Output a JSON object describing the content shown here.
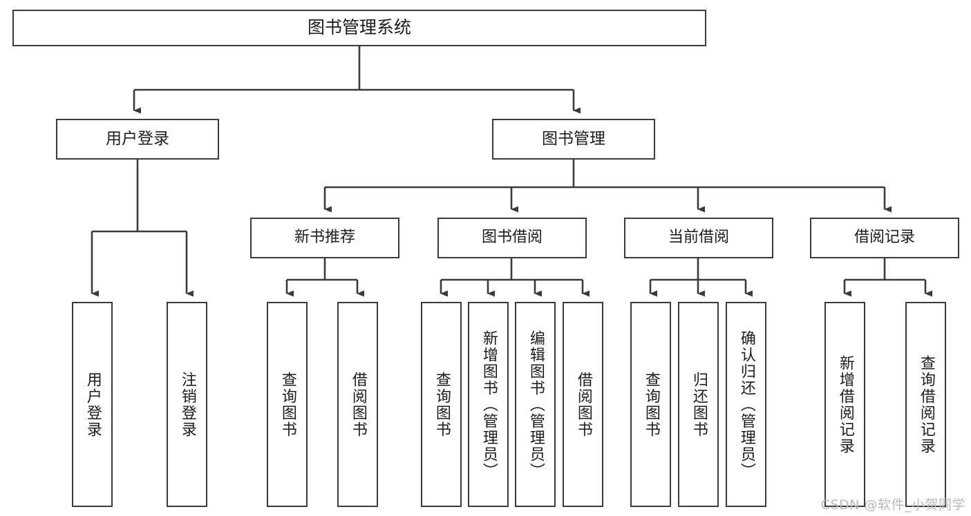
{
  "diagram": {
    "title": "图书管理系统",
    "type": "tree",
    "root": {
      "id": "root",
      "label": "图书管理系统"
    },
    "level2": [
      {
        "id": "user-login",
        "label": "用户登录"
      },
      {
        "id": "book-manage",
        "label": "图书管理"
      }
    ],
    "level3": [
      {
        "id": "new-book-recommend",
        "label": "新书推荐",
        "parent": "book-manage"
      },
      {
        "id": "book-borrow",
        "label": "图书借阅",
        "parent": "book-manage"
      },
      {
        "id": "current-borrow",
        "label": "当前借阅",
        "parent": "book-manage"
      },
      {
        "id": "borrow-record",
        "label": "借阅记录",
        "parent": "book-manage"
      }
    ],
    "leaves": [
      {
        "id": "leaf-user-login",
        "label": "用户登录",
        "parent": "user-login"
      },
      {
        "id": "leaf-user-logout",
        "label": "注销登录",
        "parent": "user-login"
      },
      {
        "id": "leaf-recommend-query",
        "label": "查询图书",
        "parent": "new-book-recommend"
      },
      {
        "id": "leaf-recommend-borrow",
        "label": "借阅图书",
        "parent": "new-book-recommend"
      },
      {
        "id": "leaf-borrow-query",
        "label": "查询图书",
        "parent": "book-borrow"
      },
      {
        "id": "leaf-borrow-add",
        "label": "新增图书（管理员）",
        "parent": "book-borrow"
      },
      {
        "id": "leaf-borrow-edit",
        "label": "编辑图书（管理员）",
        "parent": "book-borrow"
      },
      {
        "id": "leaf-borrow-do",
        "label": "借阅图书",
        "parent": "book-borrow"
      },
      {
        "id": "leaf-current-query",
        "label": "查询图书",
        "parent": "current-borrow"
      },
      {
        "id": "leaf-current-return",
        "label": "归还图书",
        "parent": "current-borrow"
      },
      {
        "id": "leaf-current-confirm",
        "label": "确认归还（管理员）",
        "parent": "current-borrow"
      },
      {
        "id": "leaf-record-add",
        "label": "新增借阅记录",
        "parent": "borrow-record"
      },
      {
        "id": "leaf-record-query",
        "label": "查询借阅记录",
        "parent": "borrow-record"
      }
    ]
  },
  "watermark": {
    "text": "CSDN @软件_小贺同学"
  },
  "colors": {
    "stroke": "#3a3a3a",
    "text": "#1c1c1c",
    "background": "#ffffff",
    "watermark": "#b9b9b9"
  }
}
